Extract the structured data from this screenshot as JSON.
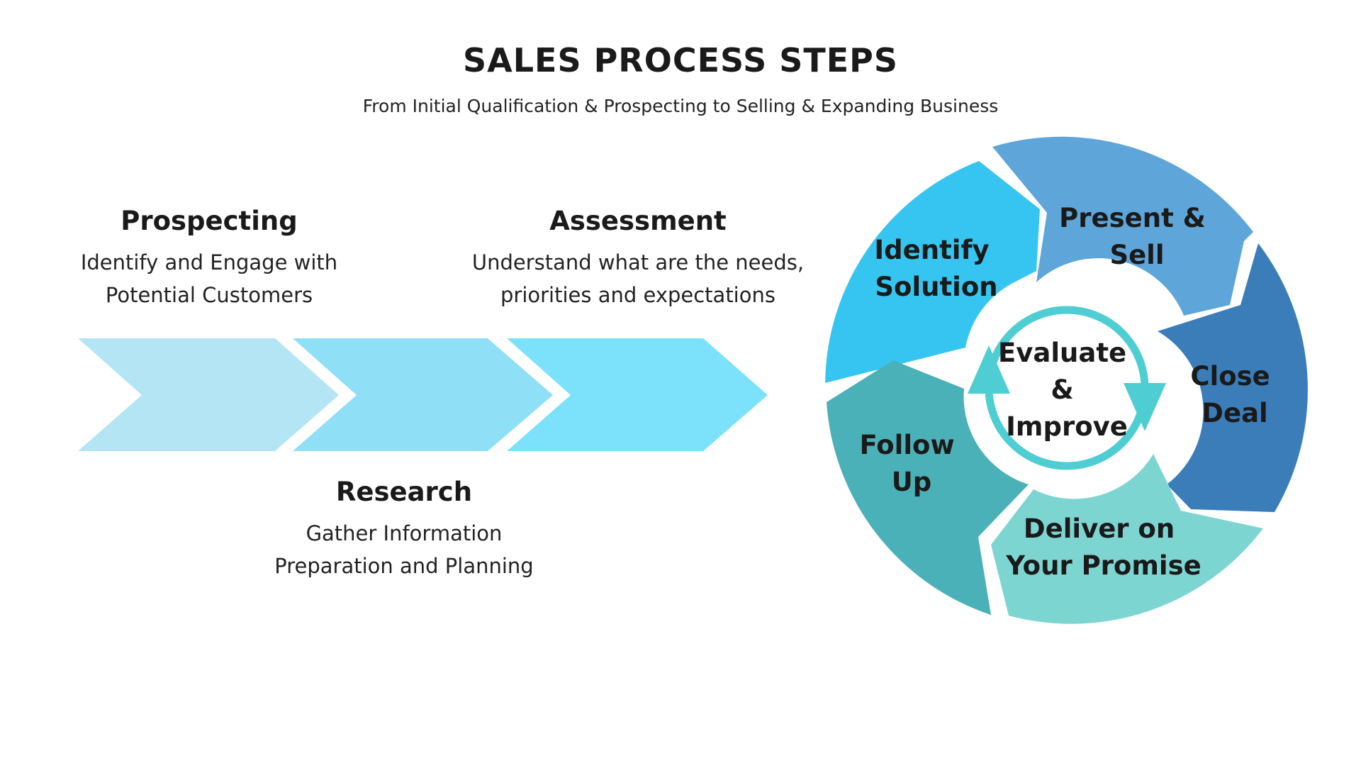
{
  "header": {
    "title": "SALES PROCESS STEPS",
    "subtitle": "From Initial Qualification & Prospecting to Selling & Expanding Business"
  },
  "linear_steps": [
    {
      "title": "Prospecting",
      "lines": [
        "Identify and Engage with",
        "Potential Customers"
      ],
      "color": "#b3e5f5"
    },
    {
      "title": "Research",
      "lines": [
        "Gather Information",
        "Preparation and Planning"
      ],
      "color": "#8fdff6"
    },
    {
      "title": "Assessment",
      "lines": [
        "Understand what are the needs,",
        "priorities and expectations"
      ],
      "color": "#7ce1fb"
    }
  ],
  "cycle": {
    "center": {
      "lines": [
        "Evaluate",
        "&",
        "Improve"
      ],
      "ring_color": "#4ecdd3"
    },
    "segments": [
      {
        "lines": [
          "Identify",
          "Solution"
        ],
        "color": "#36c5f0"
      },
      {
        "lines": [
          "Present &",
          "Sell"
        ],
        "color": "#5ea6d9"
      },
      {
        "lines": [
          "Close",
          "Deal"
        ],
        "color": "#3a7db9"
      },
      {
        "lines": [
          "Deliver on",
          "Your Promise"
        ],
        "color": "#7dd5d2"
      },
      {
        "lines": [
          "Follow",
          "Up"
        ],
        "color": "#4bb1b8"
      }
    ]
  }
}
